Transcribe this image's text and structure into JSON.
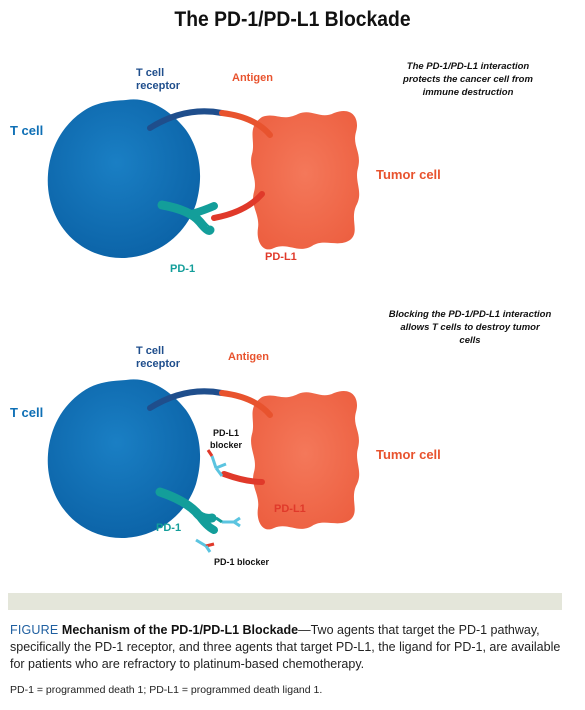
{
  "title": "The PD-1/PD-L1 Blockade",
  "panel_top": {
    "note_lines": [
      "The PD-1/PD-L1 interaction",
      "protects the cancer cell from",
      "immune destruction"
    ],
    "t_cell": "T cell",
    "tcr_line1": "T cell",
    "tcr_line2": "receptor",
    "antigen": "Antigen",
    "tumor_cell": "Tumor cell",
    "pd1": "PD-1",
    "pdl1": "PD-L1"
  },
  "panel_bottom": {
    "note_lines": [
      "Blocking the PD-1/PD-L1 interaction",
      "allows T cells to destroy tumor",
      "cells"
    ],
    "t_cell": "T cell",
    "tcr_line1": "T cell",
    "tcr_line2": "receptor",
    "antigen": "Antigen",
    "tumor_cell": "Tumor cell",
    "pd1": "PD-1",
    "pdl1": "PD-L1",
    "pdl1_blocker_line1": "PD-L1",
    "pdl1_blocker_line2": "blocker",
    "pd1_blocker": "PD-1 blocker"
  },
  "caption": {
    "figure_word": "FIGURE",
    "bold": "Mechanism of the PD-1/PD-L1 Blockade",
    "text": "—Two agents that target the PD-1 pathway, specifically the PD-1 receptor, and three agents that target PD-L1, the ligand for PD-1, are available for patients who are refractory to platinum-based chemotherapy."
  },
  "abbreviations": "PD-1 = programmed death 1; PD-L1 = programmed death ligand 1.",
  "colors": {
    "t_cell": "#0e6fb5",
    "tumor": "#f06a4a",
    "tcr": "#1f4e8c",
    "antigen": "#e8532e",
    "pd1": "#139e9a",
    "pdl1": "#e0392a",
    "blocker": "#5bc4e0"
  }
}
